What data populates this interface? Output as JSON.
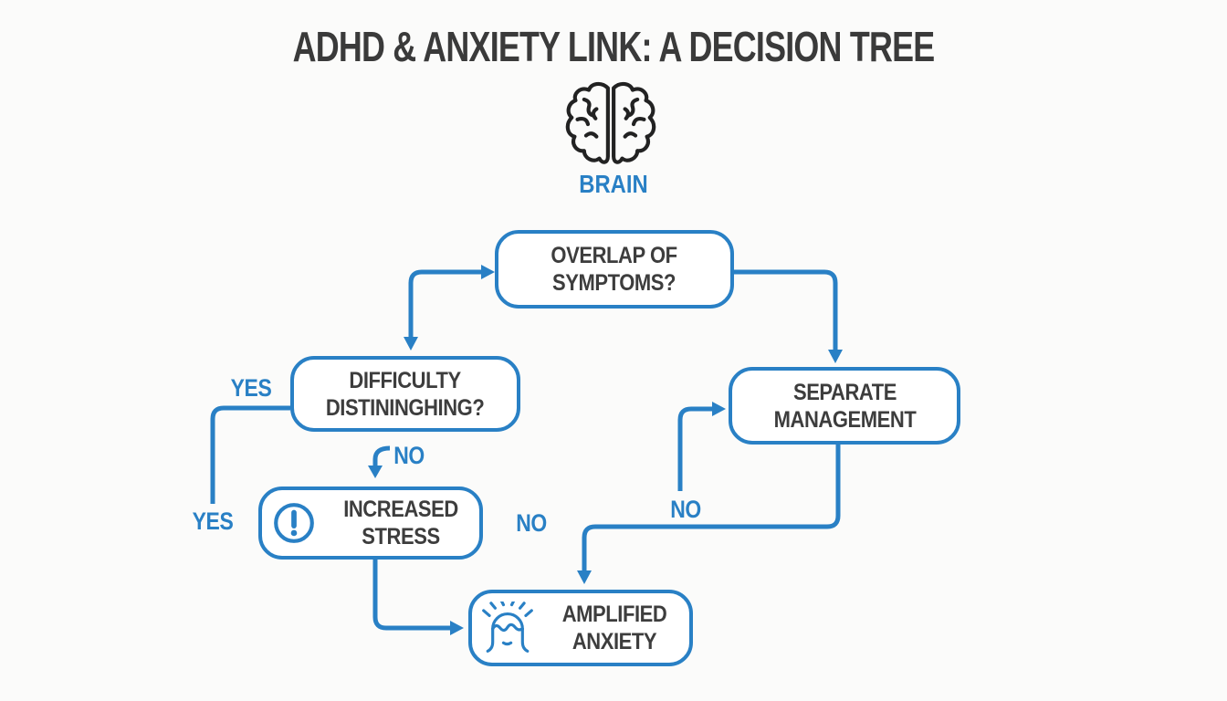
{
  "title": "ADHD & ANXIETY LINK: A DECISION TREE",
  "colors": {
    "accent_blue": "#2980c5",
    "text_dark": "#3a3a3a",
    "box_text": "#3d3d3d",
    "background": "#fbfbfa",
    "brain_icon_stroke": "#222222"
  },
  "brain": {
    "label": "BRAIN",
    "icon": "brain-icon"
  },
  "nodes": {
    "overlap": {
      "line1": "OVERLAP OF",
      "line2": "SYMPTOMS?"
    },
    "difficulty": {
      "line1": "DIFFICULTY",
      "line2": "DISTININGHING?"
    },
    "separate": {
      "line1": "SEPARATE",
      "line2": "MANAGEMENT"
    },
    "stress": {
      "line1": "INCREASED",
      "line2": "STRESS",
      "icon": "exclamation-circle-icon"
    },
    "amplified": {
      "line1": "AMPLIFIED",
      "line2": "ANXIETY",
      "icon": "stressed-head-icon"
    }
  },
  "edge_labels": {
    "yes_upper": "YES",
    "yes_lower": "YES",
    "no_difficulty": "NO",
    "no_floating": "NO",
    "no_separate": "NO"
  }
}
